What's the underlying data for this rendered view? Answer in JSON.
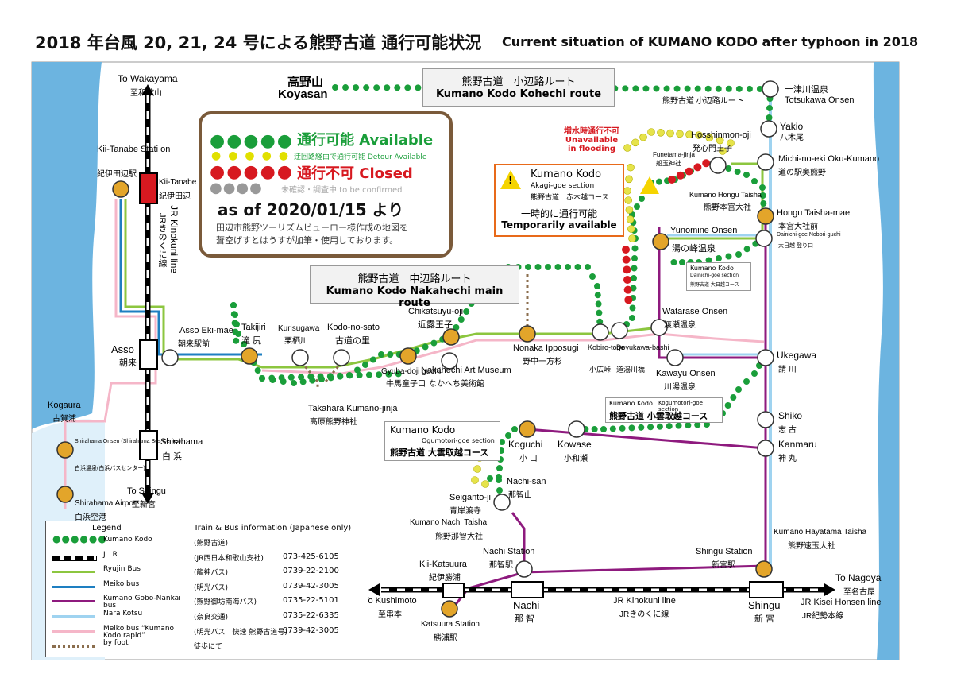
{
  "title": {
    "jp": "2018 年台風 20, 21, 24 号による熊野古道 通行可能状況",
    "en": "Current situation of KUMANO KODO after typhoon in 2018"
  },
  "status_box": {
    "available": "通行可能 Available",
    "detour": "迂回路経由で通行可能 Detour Available",
    "closed": "通行不可 Closed",
    "tbc": "未確認・調査中 to be confirmed",
    "as_of": "as of 2020/01/15 より",
    "note1": "田辺市熊野ツーリズムビューロー様作成の地図を",
    "note2": "蒼空げすとはうすが加筆・使用しております。"
  },
  "routes": {
    "kohechi_jp": "熊野古道　小辺路ルート",
    "kohechi_en": "Kumano Kodo Kohechi route",
    "nakahechi_jp": "熊野古道　中辺路ルート",
    "nakahechi_en": "Kumano Kodo Nakahechi main route"
  },
  "akagi": {
    "t1": "Kumano Kodo",
    "t2": "Akagi-goe section",
    "t3": "熊野古道　赤木越コース",
    "t4": "一時的に通行可能",
    "t5": "Temporarily available",
    "flood1": "増水時通行不可",
    "flood2": "Unavailable",
    "flood3": "in flooding"
  },
  "ogumotori": {
    "t1": "Kumano Kodo",
    "t2": "Ogumotori-goe section",
    "t3": "熊野古道 大雲取越コース"
  },
  "kogumotori": {
    "t1": "Kumano Kodo",
    "t2": "Kogumotori-goe section",
    "t3": "熊野古道 小雲取越コース"
  },
  "dainichi": {
    "t1": "Kumano Kodo",
    "t2": "Dainichi-goe section",
    "t3": "熊野古道 大日越コース"
  },
  "places": {
    "to_wakayama_en": "To Wakayama",
    "to_wakayama_jp": "至和歌山",
    "koyasan_jp": "高野山",
    "koyasan_en": "Koyasan",
    "kii_tanabe_st_en": "Kii-Tanabe Stati on",
    "kii_tanabe_st_jp": "紀伊田辺駅",
    "kii_tanabe_en": "Kii-Tanabe",
    "kii_tanabe_jp": "紀伊田辺",
    "jr_kinokuni_en": "JR Kinokuni line",
    "jr_kinokuni_jp": "JRきのくに線",
    "asso_en": "Asso",
    "asso_jp": "朝来",
    "asso_ekimae_en": "Asso Eki-mae",
    "asso_ekimae_jp": "朝来駅前",
    "takijiri_en": "Takijiri",
    "takijiri_jp": "滝 尻",
    "kurisugawa_en": "Kurisugawa",
    "kurisugawa_jp": "栗栖川",
    "kodonosato_en": "Kodo-no-sato",
    "kodonosato_jp": "古道の里",
    "takahara_en": "Takahara Kumano-jinja",
    "takahara_jp": "高原熊野神社",
    "gyuba_en": "Gyuba-doji guchi",
    "gyuba_jp": "牛馬童子口",
    "chikatsuyu_en": "Chikatsuyu-oji",
    "chikatsuyu_jp": "近露王子",
    "nakahechi_museum_en": "Nakahechi Art Museum",
    "nakahechi_museum_jp": "なかへち美術館",
    "nonaka_en": "Nonaka Ipposugi",
    "nonaka_jp": "野中一方杉",
    "kobiro_en": "Kobiro-toge",
    "kobiro_jp": "小広峠",
    "doyukawa_en": "Doyukawa-bashi",
    "doyukawa_jp": "道湯川橋",
    "kogaura_en": "Kogaura",
    "kogaura_jp": "古賀浦",
    "shirahama_onsen_en": "Shirahama Onsen (Shirahama Bus Center)",
    "shirahama_onsen_jp": "白浜温泉(白浜バスセンター)",
    "shirahama_en": "Shirahama",
    "shirahama_jp": "白 浜",
    "to_shingu_en": "To Shingu",
    "to_shingu_jp": "至新宮",
    "shirahama_airport_en": "Shirahama Airport",
    "shirahama_airport_jp": "白浜空港",
    "totsukawa_en": "Totsukawa Onsen",
    "totsukawa_jp": "十津川温泉",
    "kohechi_route_jp": "熊野古道 小辺路ルート",
    "yakio_en": "Yakio",
    "yakio_jp": "八木尾",
    "hosshinmon_en": "Hosshinmon-oji",
    "hosshinmon_jp": "発心門王子",
    "michinoeki_en": "Michi-no-eki Oku-Kumano",
    "michinoeki_jp": "道の駅奥熊野",
    "funetama_en": "Funetama-jinja",
    "funetama_jp": "船玉神社",
    "hongu_taisha_en": "Kumano Hongu Taisha",
    "hongu_taisha_jp": "熊野本宮大社",
    "hongu_mae_en": "Hongu Taisha-mae",
    "hongu_mae_jp": "本宮大社前",
    "yunomine_en": "Yunomine Onsen",
    "yunomine_jp": "湯の峰温泉",
    "dainichi_noboriguchi_en": "Dainichi-goe Nobori-guchi",
    "dainichi_noboriguchi_jp": "大日越 登り口",
    "watarase_en": "Watarase Onsen",
    "watarase_jp": "渡瀬温泉",
    "kawayu_en": "Kawayu Onsen",
    "kawayu_jp": "川湯温泉",
    "ukegawa_en": "Ukegawa",
    "ukegawa_jp": "請 川",
    "shiko_en": "Shiko",
    "shiko_jp": "志 古",
    "kanmaru_en": "Kanmaru",
    "kanmaru_jp": "神 丸",
    "koguchi_en": "Koguchi",
    "koguchi_jp": "小 口",
    "kowase_en": "Kowase",
    "kowase_jp": "小和瀬",
    "nachisan_en": "Nachi-san",
    "nachisan_jp": "那智山",
    "seiganto_en": "Seiganto-ji",
    "seiganto_jp": "青岸渡寺",
    "nachi_taisha_en": "Kumano Nachi Taisha",
    "nachi_taisha_jp": "熊野那智大社",
    "nachi_station_en": "Nachi Station",
    "nachi_station_jp": "那智駅",
    "kii_katsuura_en": "Kii-Katsuura",
    "kii_katsuura_jp": "紀伊勝浦",
    "katsuura_station_en": "Katsuura Station",
    "katsuura_station_jp": "勝浦駅",
    "nachi_en": "Nachi",
    "nachi_jp": "那 智",
    "jr_kinokuni2_en": "JR Kinokuni line",
    "jr_kinokuni2_jp": "JRきのくに線",
    "shingu_station_en": "Shingu Station",
    "shingu_station_jp": "新宮駅",
    "shingu_en": "Shingu",
    "shingu_jp": "新 宮",
    "hayatama_en": "Kumano Hayatama Taisha",
    "hayatama_jp": "熊野速玉大社",
    "to_nagoya_en": "To Nagoya",
    "to_nagoya_jp": "至名古屋",
    "to_kushimoto_en": "To Kushimoto",
    "to_kushimoto_jp": "至串本",
    "jr_kisei_en": "JR Kisei Honsen line",
    "jr_kisei_jp": "JR紀勢本線"
  },
  "legend": {
    "header_left": "Legend",
    "header_right": "Train & Bus information (Japanese only)",
    "rows": [
      {
        "label": "Kumano Kodo",
        "jp": "(熊野古道)",
        "tel": "",
        "style": "kodo",
        "color": "#1a9e3a"
      },
      {
        "label": "J　R",
        "jp": "(JR西日本和歌山支社)",
        "tel": "073-425-6105",
        "style": "jr",
        "color": "#000000"
      },
      {
        "label": "Ryujin Bus",
        "jp": "(龍神バス)",
        "tel": "0739-22-2100",
        "style": "line",
        "color": "#8cc63f"
      },
      {
        "label": "Meiko bus",
        "jp": "(明光バス)",
        "tel": "0739-42-3005",
        "style": "line",
        "color": "#1e7fc1"
      },
      {
        "label": "Kumano Gobo-Nankai bus",
        "jp": "(熊野御坊南海バス)",
        "tel": "0735-22-5101",
        "style": "line",
        "color": "#8e1a7e"
      },
      {
        "label": "Nara Kotsu",
        "jp": "(奈良交通)",
        "tel": "0735-22-6335",
        "style": "line",
        "color": "#9fd3f0"
      },
      {
        "label": "Meiko bus “Kumano Kodo rapid”",
        "jp": "(明光バス　快速 熊野古道号)",
        "tel": "0739-42-3005",
        "style": "line",
        "color": "#f5b6c8"
      },
      {
        "label": "by foot",
        "jp": "徒歩にて",
        "tel": "",
        "style": "foot",
        "color": "#8b6e4e"
      }
    ]
  }
}
